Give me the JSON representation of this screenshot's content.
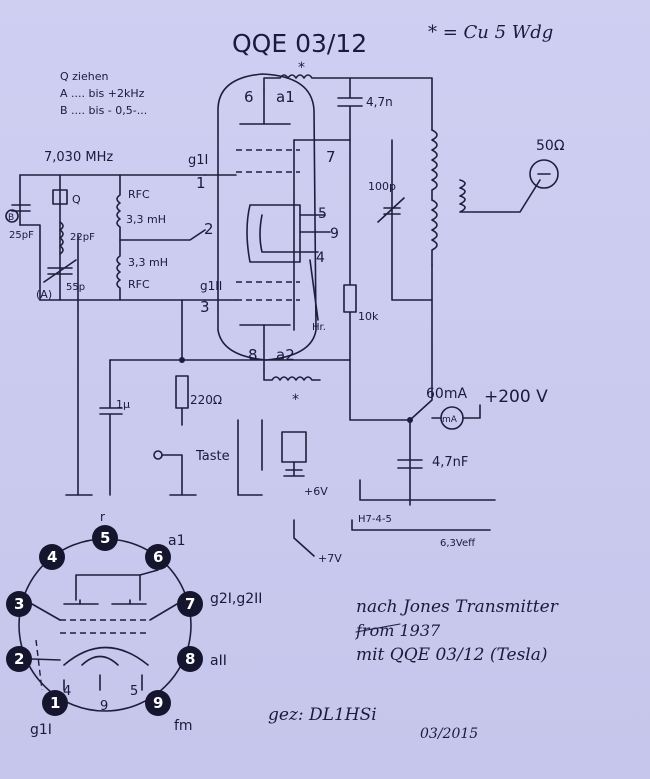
{
  "title": "QQE 03/12",
  "note_star": "* = Cu 5 Wdg",
  "tuning": {
    "line1": "Q ziehen",
    "line2": "A .... bis +2kHz",
    "line3": "B .... bis - 0,5-..."
  },
  "freq": "7,030 MHz",
  "components": {
    "quartz": "Q",
    "c25p": "25pF",
    "c22p": "22pF",
    "c55p": "55p",
    "label_a": "(A)",
    "label_b": "B",
    "rfc1": "RFC",
    "rfc1_val": "3,3 mH",
    "rfc2_val": "3,3 mH",
    "rfc2": "RFC",
    "cap_top": "4,7n",
    "cap_tune": "100p",
    "r10k": "10k",
    "r220": "220Ω",
    "c1u": "1µ",
    "cap_bottom": "4,7nF",
    "meter": "mA",
    "current": "60mA",
    "supply": "+200 V",
    "antenna": "50Ω",
    "key": "Taste",
    "relay_plus": "+6V",
    "relay_minus": "+7V",
    "heater": "H7-4-5",
    "heater_v": "6,3Veff",
    "hr": "Hr."
  },
  "tube_labels": {
    "p6": "6",
    "a1": "a1",
    "p1": "1",
    "g1": "g1I",
    "p7": "7",
    "p5": "5",
    "p9": "9",
    "p4": "4",
    "p2": "2",
    "g11": "g1II",
    "p3": "3",
    "p8": "8",
    "a2": "a2",
    "star": "*"
  },
  "pinout": {
    "pins": [
      "1",
      "2",
      "3",
      "4",
      "5",
      "6",
      "7",
      "8",
      "9"
    ],
    "filament": [
      "4",
      "9",
      "5"
    ],
    "lbl_top": "r",
    "lbl_a1": "a1",
    "lbl_g2": "g2I,g2II",
    "lbl_a2": "aII",
    "lbl_fm": "fm",
    "lbl_g1": "g1I"
  },
  "credits": {
    "line1": "nach Jones Transmitter",
    "line2": "from 1937",
    "line3": "mit QQE 03/12 (Tesla)",
    "sign": "gez: DL1HSi",
    "date": "03/2015"
  }
}
